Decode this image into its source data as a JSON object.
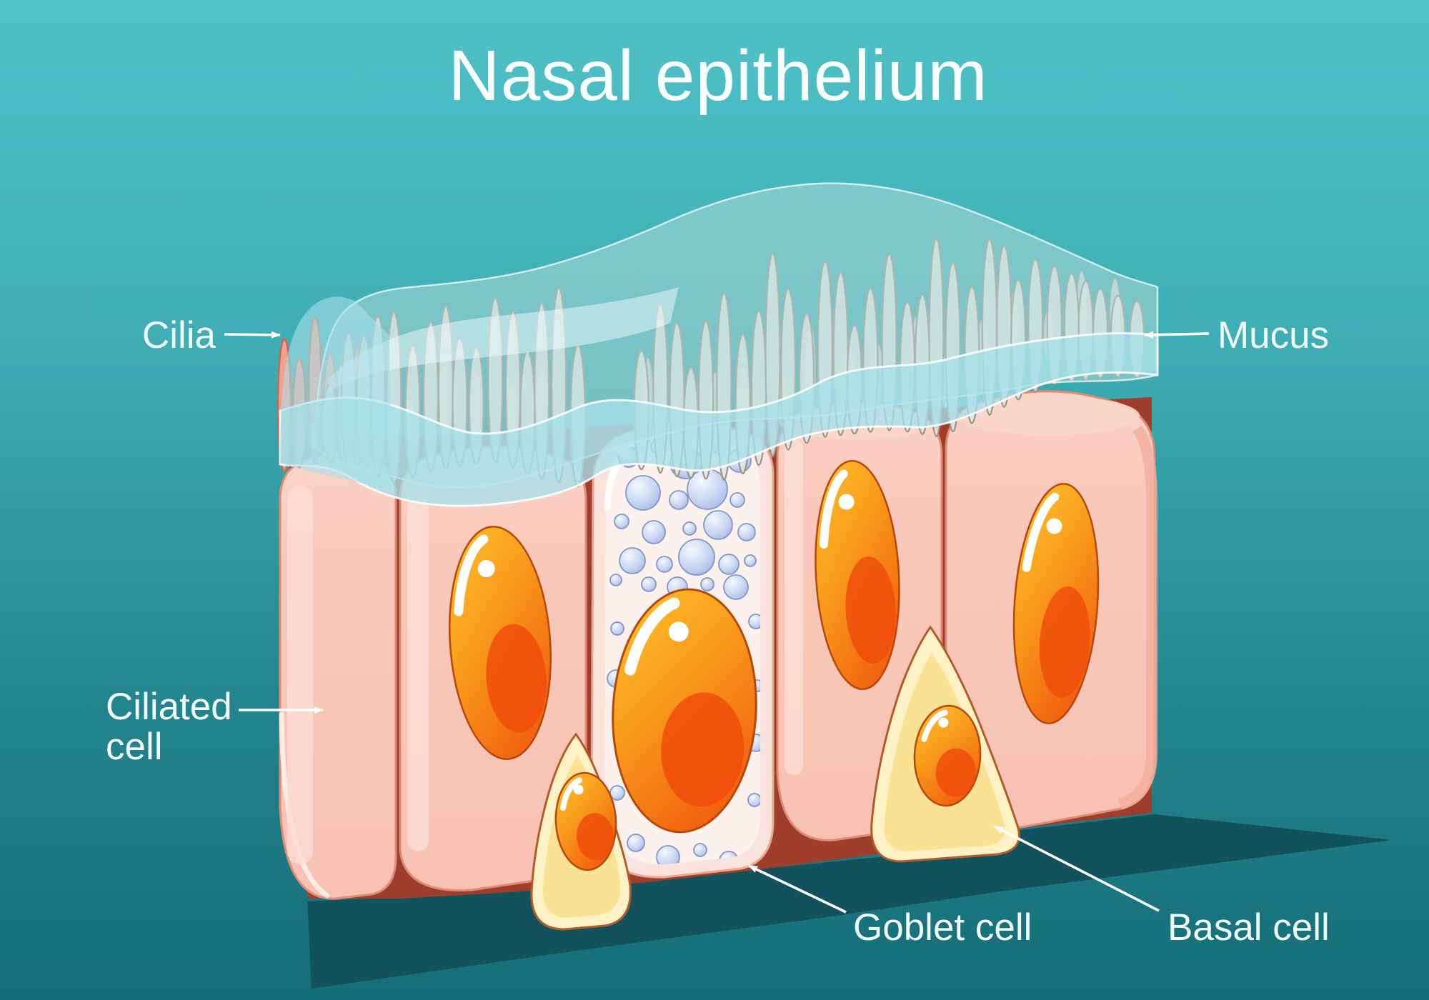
{
  "title": "Nasal epithelium",
  "labels": {
    "cilia": "Cilia",
    "mucus": "Mucus",
    "ciliated_line1": "Ciliated",
    "ciliated_line2": "cell",
    "goblet": "Goblet cell",
    "basal": "Basal cell"
  },
  "colors": {
    "background_top": "#4EC0C6",
    "background_bottom": "#146D77",
    "shadow": "#12525C",
    "cell_pink": "#F9C6B8",
    "cell_pink_light": "#FBD9CE",
    "cell_outline": "#E18A76",
    "crevice_brown": "#9E3F2E",
    "goblet_body": "#FBE3DD",
    "goblet_inner": "#FDF1EE",
    "vesicle_blue": "#BCCDEF",
    "vesicle_outline": "#8496C8",
    "nucleus_orange": "#F9A01B",
    "nucleus_deep_orange": "#F1580F",
    "nucleus_outline": "#B5490B",
    "basal_outer": "#FDF2C6",
    "basal_inner": "#F9E294",
    "mucus_film": "#C1E0DE",
    "mucus_blue": "#A7E0E9",
    "cilia_grey_fill": "#DFE8E4",
    "cilia_grey_outline": "#9C9488",
    "cilia_pink_fill": "#F1A28D",
    "cilia_pink_outline": "#C86B53",
    "label_text": "#F0FBFA"
  }
}
